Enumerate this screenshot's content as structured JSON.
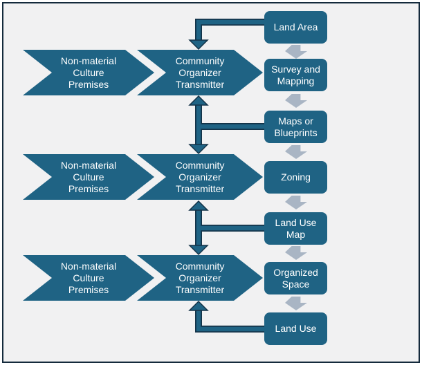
{
  "diagram": {
    "title": "",
    "colors": {
      "background": "#F1F1F2",
      "frame_border": "#142A3C",
      "shape_fill": "#1F6384",
      "connector_outline": "#143348",
      "flow_arrow": "#A9B5C4",
      "text": "#FFFFFF"
    },
    "rows": [
      {
        "premise": "Non-material\nCulture\nPremises",
        "transmitter": "Community\nOrganizer\nTransmitter"
      },
      {
        "premise": "Non-material\nCulture\nPremises",
        "transmitter": "Community\nOrganizer\nTransmitter"
      },
      {
        "premise": "Non-material\nCulture\nPremises",
        "transmitter": "Community\nOrganizer\nTransmitter"
      }
    ],
    "stages": [
      {
        "label": "Land Area"
      },
      {
        "label": "Survey and\nMapping"
      },
      {
        "label": "Maps or\nBlueprints"
      },
      {
        "label": "Zoning"
      },
      {
        "label": "Land Use\nMap"
      },
      {
        "label": "Organized\nSpace"
      },
      {
        "label": "Land Use"
      }
    ]
  }
}
